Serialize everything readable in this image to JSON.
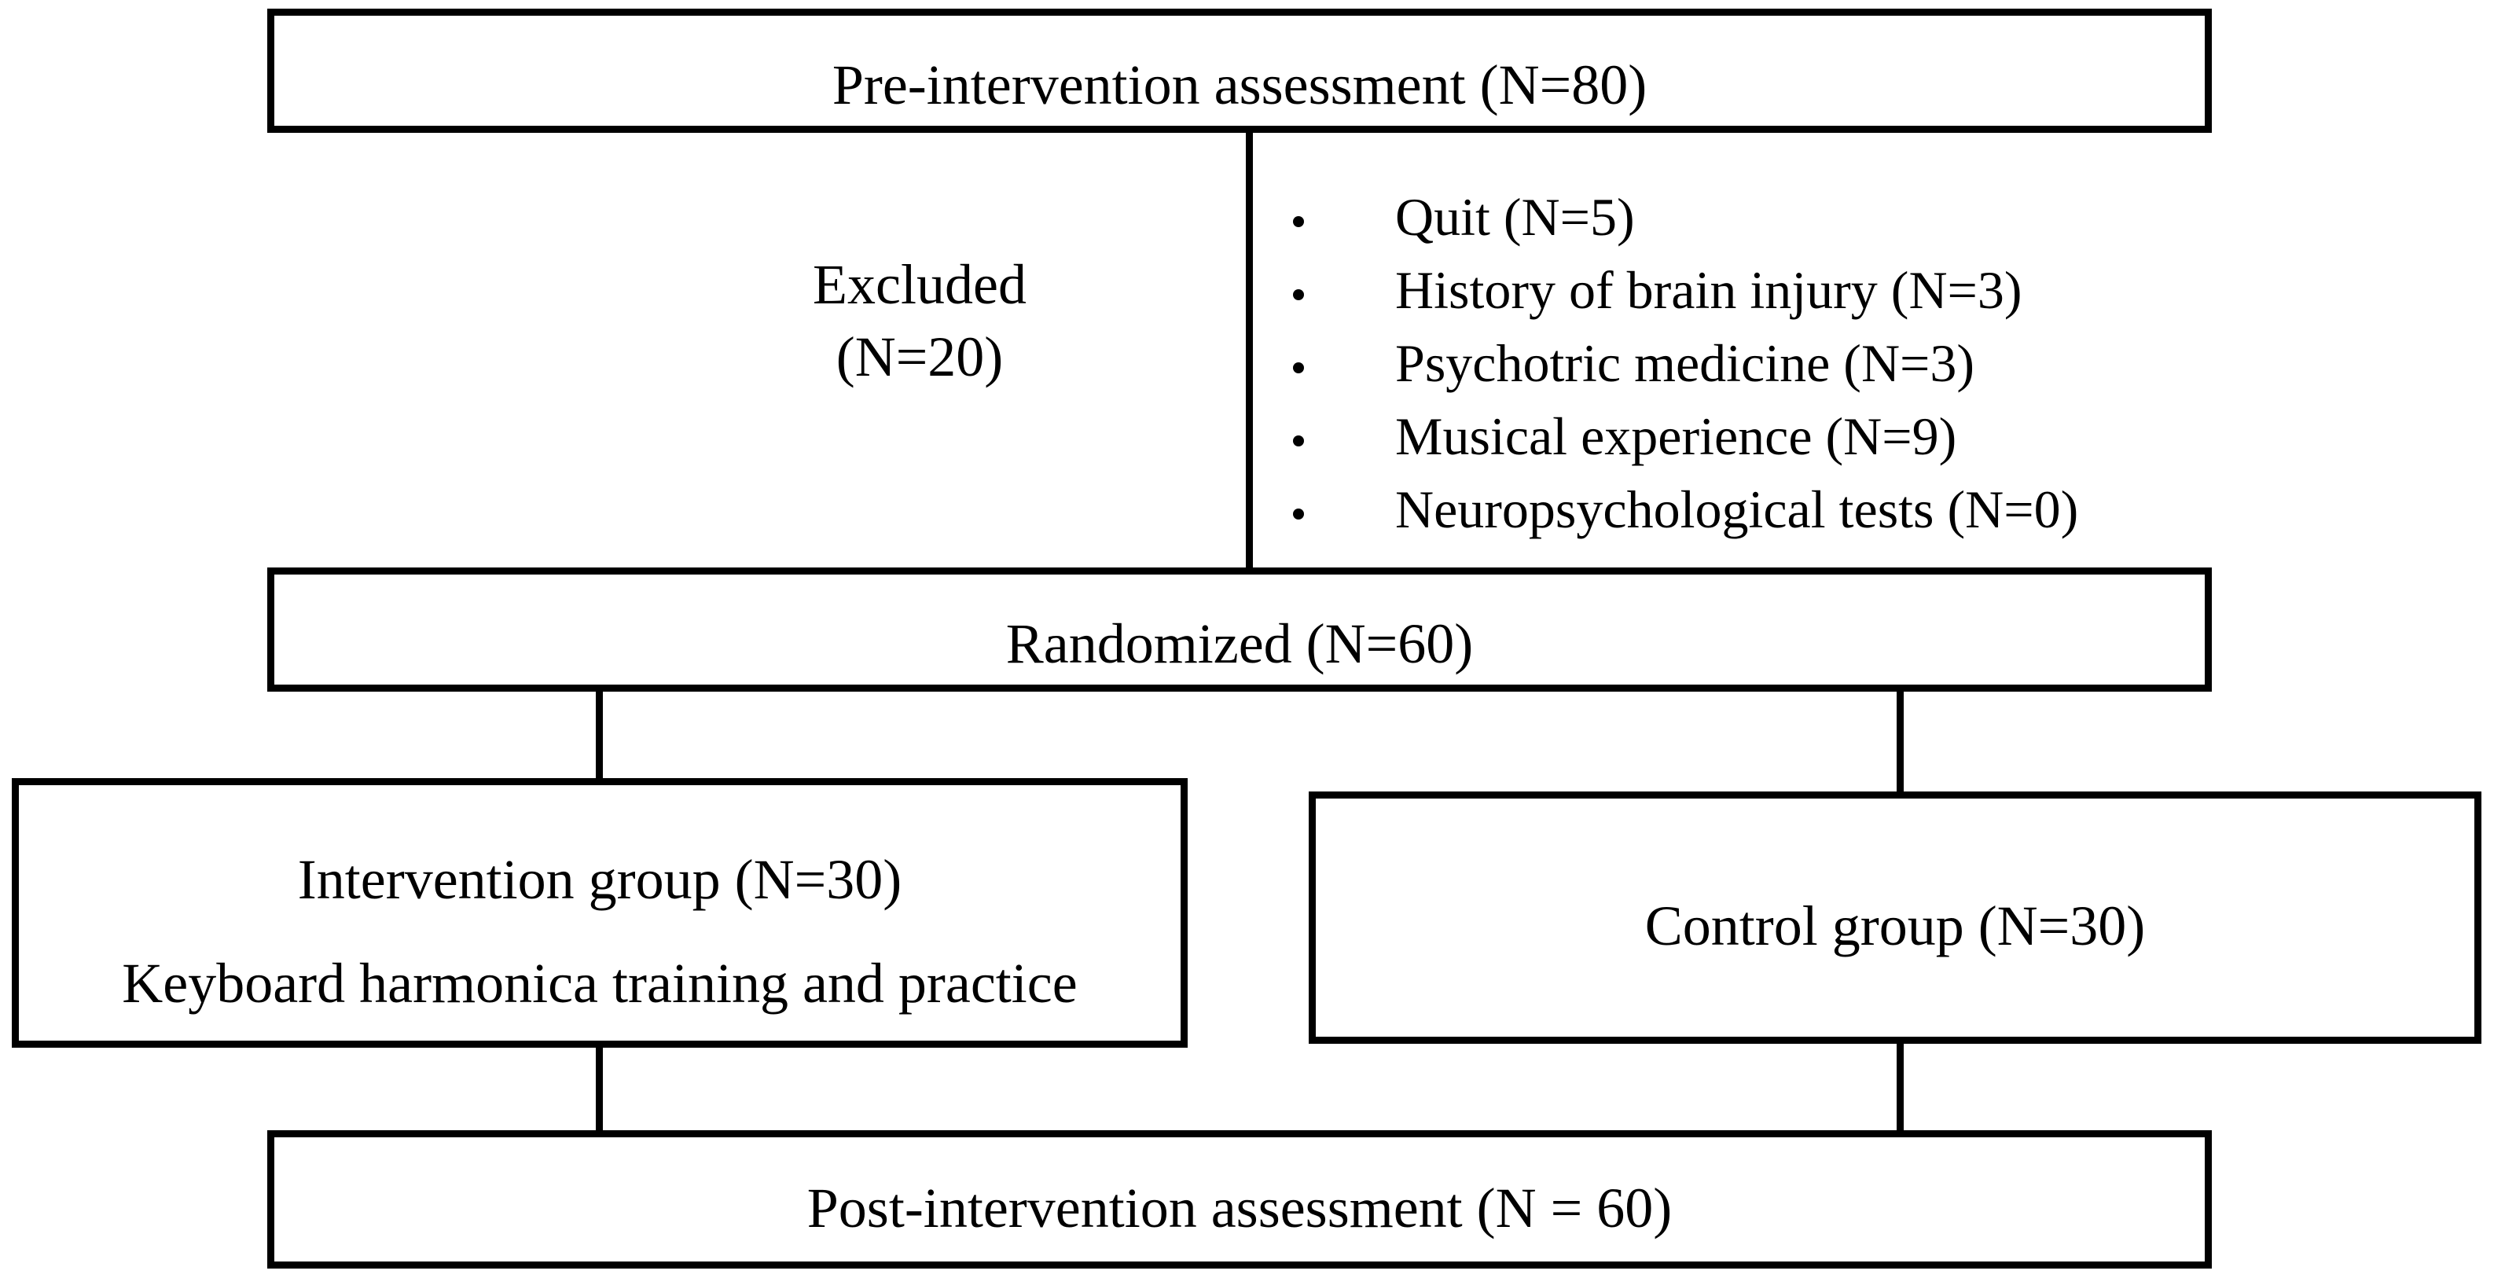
{
  "pre_assessment": {
    "label": "Pre-intervention assessment (N=80)"
  },
  "excluded": {
    "title": "Excluded",
    "count": "(N=20)"
  },
  "exclusion_reasons": [
    "Quit (N=5)",
    "History of brain injury (N=3)",
    "Psychotric medicine (N=3)",
    "Musical experience (N=9)",
    "Neuropsychological tests (N=0)"
  ],
  "randomized": {
    "label": "Randomized (N=60)"
  },
  "intervention_group": {
    "title": "Intervention group  (N=30)",
    "description": "Keyboard harmonica training and practice"
  },
  "control_group": {
    "title": "Control group  (N=30)"
  },
  "post_assessment": {
    "label": "Post-intervention assessment (N = 60)"
  }
}
